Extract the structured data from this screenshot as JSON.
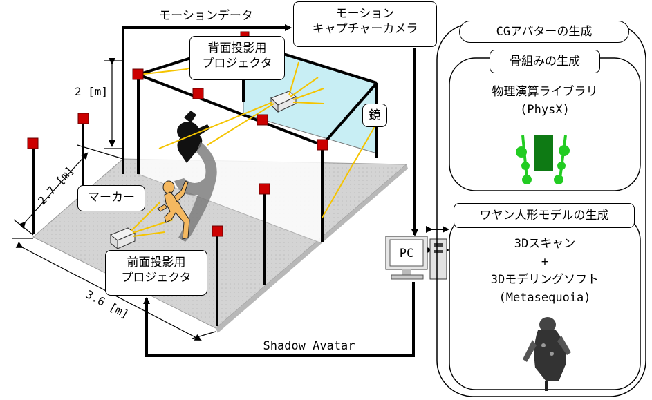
{
  "labels": {
    "motion_data": "モーションデータ",
    "mocap_camera_line1": "モーション",
    "mocap_camera_line2": "キャプチャーカメラ",
    "rear_projector_line1": "背面投影用",
    "rear_projector_line2": "プロジェクタ",
    "height_dim": "2 [m]",
    "depth_dim": "2.7 [m]",
    "width_dim": "3.6 [m]",
    "mirror": "鏡",
    "marker": "マーカー",
    "front_projector_line1": "前面投影用",
    "front_projector_line2": "プロジェクタ",
    "pc": "PC",
    "shadow_avatar": "Shadow Avatar"
  },
  "right_panel": {
    "title": "CGアバターの生成",
    "skeleton": {
      "title": "骨組みの生成",
      "line1": "物理演算ライブラリ",
      "line2": "(PhysX)"
    },
    "model": {
      "title": "ワヤン人形モデルの生成",
      "line1": "3Dスキャン",
      "line2": "+",
      "line3": "3Dモデリングソフト",
      "line4": "(Metasequoia)"
    }
  },
  "colors": {
    "marker_red": "#cc0000",
    "mirror_cyan": "#c8eef4",
    "floor_gray": "#d0d0d0",
    "projection_yellow": "#f5c400",
    "avatar_orange": "#f4b860",
    "skeleton_green": "#22cc22"
  }
}
